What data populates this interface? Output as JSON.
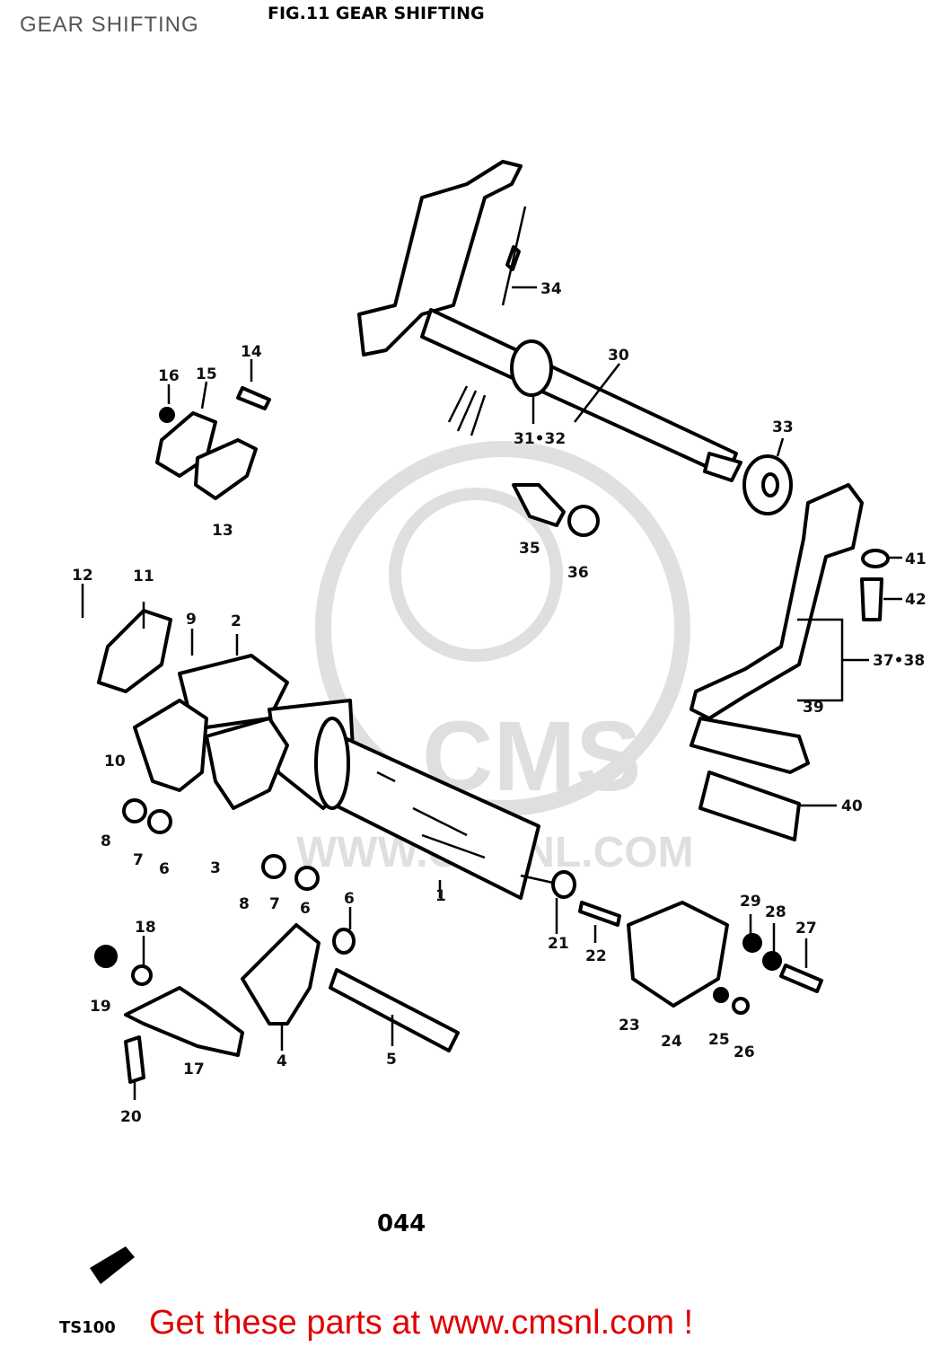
{
  "header": {
    "page_title": "GEAR SHIFTING",
    "figure_title": "FIG.11  GEAR SHIFTING"
  },
  "watermark": {
    "brand": "CMS",
    "url": "WWW.CMSNL.COM"
  },
  "callouts": [
    {
      "id": "1",
      "label": "1"
    },
    {
      "id": "2",
      "label": "2"
    },
    {
      "id": "3",
      "label": "3"
    },
    {
      "id": "4",
      "label": "4"
    },
    {
      "id": "5",
      "label": "5"
    },
    {
      "id": "6a",
      "label": "6"
    },
    {
      "id": "6b",
      "label": "6"
    },
    {
      "id": "6c",
      "label": "6"
    },
    {
      "id": "7a",
      "label": "7"
    },
    {
      "id": "7b",
      "label": "7"
    },
    {
      "id": "8a",
      "label": "8"
    },
    {
      "id": "8b",
      "label": "8"
    },
    {
      "id": "9",
      "label": "9"
    },
    {
      "id": "10",
      "label": "10"
    },
    {
      "id": "11",
      "label": "11"
    },
    {
      "id": "12",
      "label": "12"
    },
    {
      "id": "13",
      "label": "13"
    },
    {
      "id": "14",
      "label": "14"
    },
    {
      "id": "15",
      "label": "15"
    },
    {
      "id": "16",
      "label": "16"
    },
    {
      "id": "17",
      "label": "17"
    },
    {
      "id": "18",
      "label": "18"
    },
    {
      "id": "19",
      "label": "19"
    },
    {
      "id": "20",
      "label": "20"
    },
    {
      "id": "21",
      "label": "21"
    },
    {
      "id": "22",
      "label": "22"
    },
    {
      "id": "23",
      "label": "23"
    },
    {
      "id": "24",
      "label": "24"
    },
    {
      "id": "25",
      "label": "25"
    },
    {
      "id": "26",
      "label": "26"
    },
    {
      "id": "27",
      "label": "27"
    },
    {
      "id": "28",
      "label": "28"
    },
    {
      "id": "29",
      "label": "29"
    },
    {
      "id": "30",
      "label": "30"
    },
    {
      "id": "31-32",
      "label": "31•32"
    },
    {
      "id": "33",
      "label": "33"
    },
    {
      "id": "34",
      "label": "34"
    },
    {
      "id": "35",
      "label": "35"
    },
    {
      "id": "36",
      "label": "36"
    },
    {
      "id": "37-38",
      "label": "37•38"
    },
    {
      "id": "39",
      "label": "39"
    },
    {
      "id": "40",
      "label": "40"
    },
    {
      "id": "41",
      "label": "41"
    },
    {
      "id": "42",
      "label": "42"
    }
  ],
  "page_code": "044",
  "model": "TS100",
  "footer": {
    "link_text": "Get these parts at www.cmsnl.com !",
    "link_color": "#e00000"
  }
}
